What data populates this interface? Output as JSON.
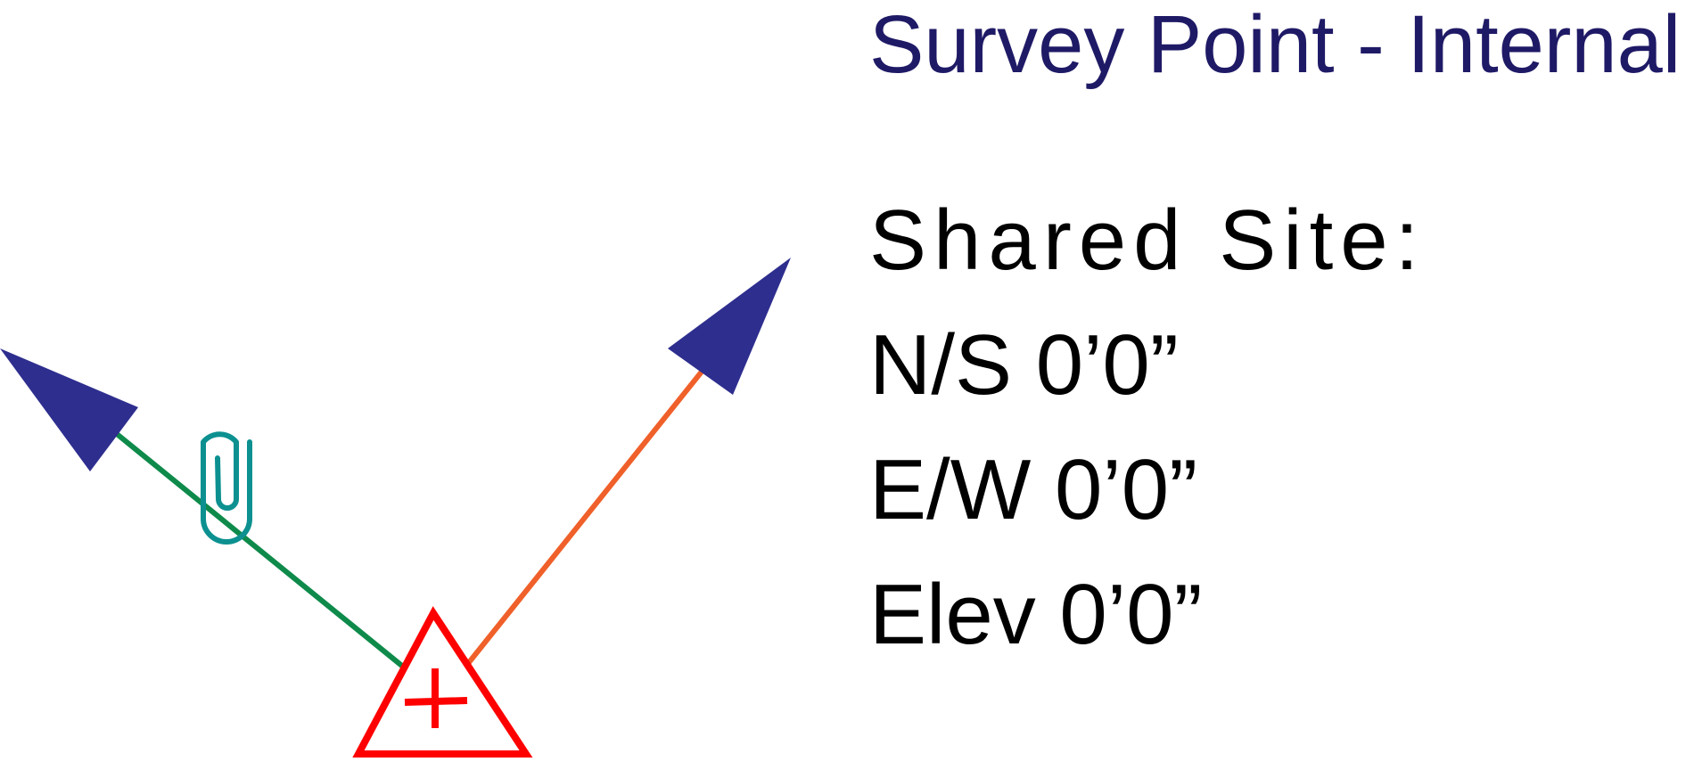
{
  "title": "Survey Point - Internal",
  "shared_site_label": "Shared Site:",
  "coordinates": {
    "ns": "N/S  0’0”",
    "ew": "E/W 0’0”",
    "elev": "Elev 0’0”"
  },
  "colors": {
    "title": "#1f1a66",
    "text": "#000000",
    "arrowhead": "#2e2e8f",
    "ns_axis_line": "#0e8a4a",
    "ew_axis_line": "#f0602a",
    "survey_triangle": "#ff0000",
    "clip": "#0c9090"
  },
  "icons": {
    "clip": "paperclip-icon",
    "marker": "survey-point-triangle-icon"
  }
}
